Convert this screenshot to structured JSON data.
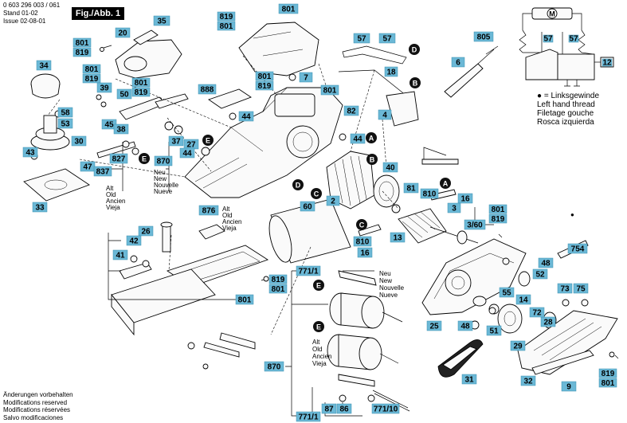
{
  "header": {
    "part_number": "0 603 296 003 / 061",
    "stand_label": "Stand",
    "stand_value": "01-02",
    "issue_label": "Issue",
    "issue_value": "02-08-01"
  },
  "fig_title": "Fig./Abb. 1",
  "footer": {
    "lines": [
      "Änderungen vorbehalten",
      "Modifications reserved",
      "Modifications réservées",
      "Salvo modificaciones"
    ]
  },
  "legend": {
    "symbol": "●",
    "lines": [
      "= Linksgewinde",
      "Left hand thread",
      "Filetage gouche",
      "Rosca izquierda"
    ]
  },
  "variants": {
    "old": [
      "Alt",
      "Old",
      "Ancien",
      "Vieja"
    ],
    "new": [
      "Neu",
      "New",
      "Nouvelle",
      "Nueve"
    ]
  },
  "wiring": {
    "motor_symbol": "M",
    "switch_a": "57",
    "switch_b": "57",
    "module": "12"
  },
  "letters": [
    "A",
    "B",
    "C",
    "D",
    "E"
  ],
  "parts": {
    "p801_top": "801",
    "p819_801_a": "819",
    "p819_801_b": "801",
    "p35": "35",
    "p20": "20",
    "p801a": "801",
    "p819a": "819",
    "p34": "34",
    "p801b": "801",
    "p819b": "819",
    "p39": "39",
    "p50": "50",
    "p801c": "801",
    "p819c": "819",
    "p58": "58",
    "p53": "53",
    "p45": "45",
    "p38": "38",
    "p30": "30",
    "p43": "43",
    "p827": "827",
    "p47": "47",
    "p837": "837",
    "p33": "33",
    "p888": "888",
    "p44a": "44",
    "p37": "37",
    "p27": "27",
    "p44b": "44",
    "p870a": "870",
    "p801_819_a": "801",
    "p801_819_b": "819",
    "p7": "7",
    "p57a": "57",
    "p57b": "57",
    "p18": "18",
    "p4": "4",
    "p801d": "801",
    "p82": "82",
    "p44c": "44",
    "p805": "805",
    "p6": "6",
    "p876": "876",
    "p60": "60",
    "p2": "2",
    "p40": "40",
    "p81": "81",
    "p810a": "810",
    "p16a": "16",
    "p3": "3",
    "p801e": "801",
    "p819e": "819",
    "p360": "3/60",
    "p810b": "810",
    "p13": "13",
    "p16b": "16",
    "p26": "26",
    "p42": "42",
    "p41": "41",
    "p819f": "819",
    "p801f": "801",
    "p801g": "801",
    "p754": "754",
    "p48a": "48",
    "p52": "52",
    "p73": "73",
    "p75": "75",
    "p771_1a": "771/1",
    "p55": "55",
    "p14": "14",
    "p28": "28",
    "p72": "72",
    "p25": "25",
    "p48b": "48",
    "p51": "51",
    "p29": "29",
    "p870b": "870",
    "p31": "31",
    "p32": "32",
    "p9": "9",
    "p819g": "819",
    "p801h": "801",
    "p87": "87",
    "p86": "86",
    "p771_1b": "771/1",
    "p771_10": "771/10"
  }
}
